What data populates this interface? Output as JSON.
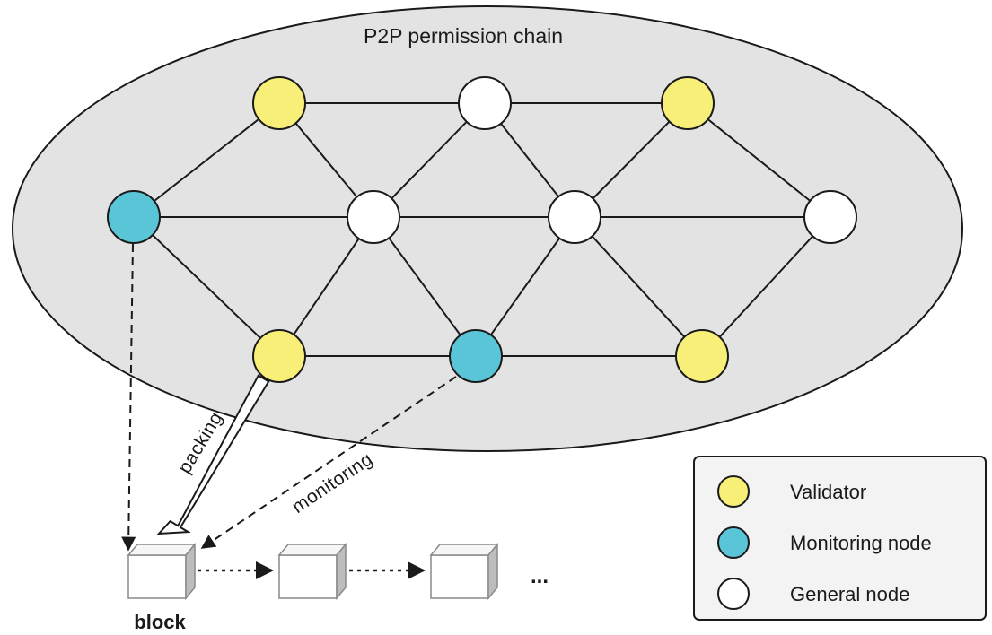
{
  "title": "P2P permission chain",
  "colors": {
    "chain_fill": "#e3e3e3",
    "validator": "#f8ef79",
    "monitoring": "#59c5d6",
    "general": "#ffffff",
    "stroke": "#1a1a1a"
  },
  "labels": {
    "packing": "packing",
    "monitoring": "monitoring",
    "block": "block",
    "ellipsis": "..."
  },
  "legend": {
    "items": [
      {
        "type": "validator",
        "label": "Validator"
      },
      {
        "type": "monitoring",
        "label": "Monitoring node"
      },
      {
        "type": "general",
        "label": "General node"
      }
    ]
  },
  "nodes": [
    {
      "id": "v1",
      "type": "validator"
    },
    {
      "id": "g1",
      "type": "general"
    },
    {
      "id": "v2",
      "type": "validator"
    },
    {
      "id": "m1",
      "type": "monitoring"
    },
    {
      "id": "g2",
      "type": "general"
    },
    {
      "id": "g3",
      "type": "general"
    },
    {
      "id": "g4",
      "type": "general"
    },
    {
      "id": "v3",
      "type": "validator"
    },
    {
      "id": "m2",
      "type": "monitoring"
    },
    {
      "id": "v4",
      "type": "validator"
    }
  ],
  "edges": [
    [
      "v1",
      "g1"
    ],
    [
      "g1",
      "v2"
    ],
    [
      "m1",
      "g2"
    ],
    [
      "g2",
      "g3"
    ],
    [
      "g3",
      "g4"
    ],
    [
      "v3",
      "m2"
    ],
    [
      "m2",
      "v4"
    ],
    [
      "m1",
      "v1"
    ],
    [
      "v1",
      "g2"
    ],
    [
      "g2",
      "g1"
    ],
    [
      "g1",
      "g3"
    ],
    [
      "g3",
      "v2"
    ],
    [
      "v2",
      "g4"
    ],
    [
      "m1",
      "v3"
    ],
    [
      "v3",
      "g2"
    ],
    [
      "g2",
      "m2"
    ],
    [
      "m2",
      "g3"
    ],
    [
      "g3",
      "v4"
    ],
    [
      "v4",
      "g4"
    ]
  ]
}
